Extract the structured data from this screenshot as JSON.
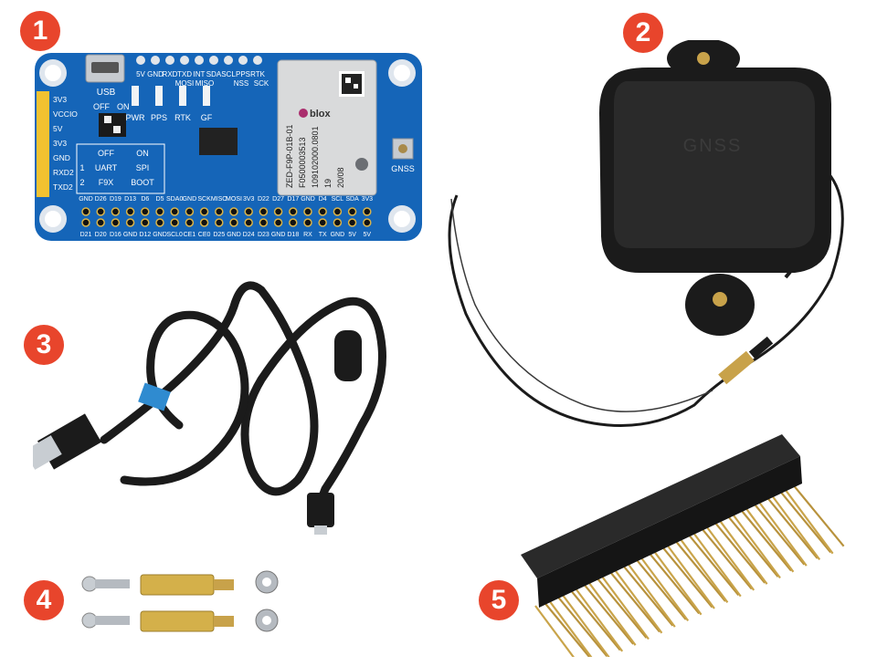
{
  "badges": [
    "1",
    "2",
    "3",
    "4",
    "5"
  ],
  "board": {
    "usb": "USB",
    "pin_top": [
      "5V",
      "GND",
      "RXD",
      "TXD",
      "INT",
      "SDA",
      "SCL",
      "PPS",
      "RTK"
    ],
    "pin_top2": [
      "MOSI",
      "MISO",
      "NSS",
      "SCK"
    ],
    "left_pins": [
      "3V3",
      "VCCIO",
      "5V",
      "3V3",
      "GND",
      "RXD2",
      "TXD2"
    ],
    "leds": [
      "PWR",
      "PPS",
      "RTK",
      "GF"
    ],
    "switch_off": "OFF",
    "switch_on": "ON",
    "table": [
      [
        "",
        "OFF",
        "ON"
      ],
      [
        "1",
        "UART",
        "SPI"
      ],
      [
        "2",
        "F9X",
        "BOOT"
      ]
    ],
    "module": [
      "ZED-F9P-01B-01",
      "F0500003513",
      "109102000.0801",
      "19",
      "20/08"
    ],
    "module_brand": "blox",
    "gnss": "GNSS",
    "header_top": [
      "GND",
      "D26",
      "D19",
      "D13",
      "D6",
      "D5",
      "SDA0",
      "GND",
      "SCK",
      "MISO",
      "MOSI",
      "3V3",
      "D22",
      "D27",
      "D17",
      "GND",
      "D4",
      "SCL",
      "SDA",
      "3V3"
    ],
    "header_bottom": [
      "D21",
      "D20",
      "D16",
      "GND",
      "D12",
      "GND",
      "SCL0",
      "CE1",
      "CE0",
      "D25",
      "GND",
      "D24",
      "D23",
      "GND",
      "D18",
      "RX",
      "TX",
      "GND",
      "5V",
      "5V"
    ]
  },
  "antenna": {
    "label": "GNSS"
  },
  "colors": {
    "badge": "#e8452c",
    "pcb": "#1565b8",
    "antenna": "#1b1b1b"
  }
}
